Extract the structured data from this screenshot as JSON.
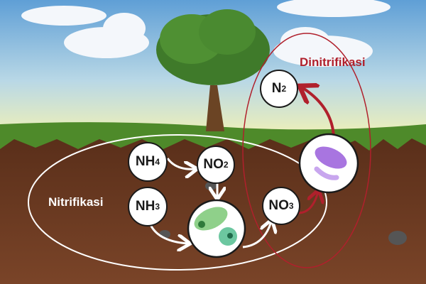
{
  "labels": {
    "denitrification": "Dinitrifikasi",
    "nitrification": "Nitrifikasi"
  },
  "nodes": {
    "nh4": {
      "base": "NH",
      "sub": "4"
    },
    "no2": {
      "base": "NO",
      "sub": "2"
    },
    "nh3": {
      "base": "NH",
      "sub": "3"
    },
    "no3": {
      "base": "NO",
      "sub": "3"
    },
    "n2": {
      "base": "N",
      "sub": "2"
    }
  },
  "colors": {
    "sky_top": "#6ea8d8",
    "sky_bottom": "#eef0b8",
    "grass": "#4e8a2a",
    "soil": "#6b3a22",
    "denitrification": "#b0202c",
    "nitrification_bacteria": "#7bc47f",
    "denitrification_bacteria": "#a875e0"
  }
}
